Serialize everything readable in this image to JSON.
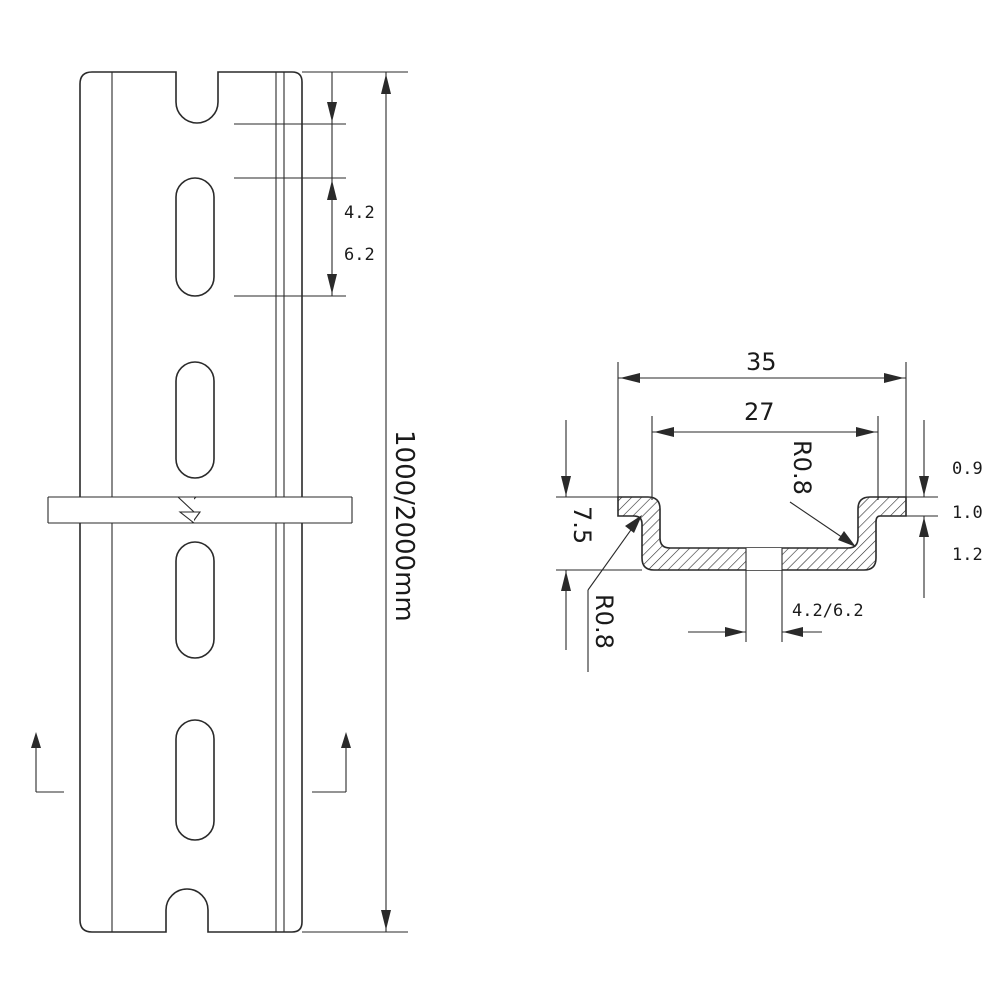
{
  "rail_front_view": {
    "length_label": "1000/2000mm",
    "slot_length_label": "6.2",
    "slot_width_label": "4.2"
  },
  "cross_section": {
    "overall_width_label": "35",
    "inner_width_label": "27",
    "inner_radius_label": "R0.8",
    "outer_radius_label": "R0.8",
    "height_label": "7.5",
    "flange_top_label": "0.9",
    "flange_thickness_label": "1.0",
    "base_thickness_label": "1.2",
    "hole_label": "4.2/6.2"
  }
}
